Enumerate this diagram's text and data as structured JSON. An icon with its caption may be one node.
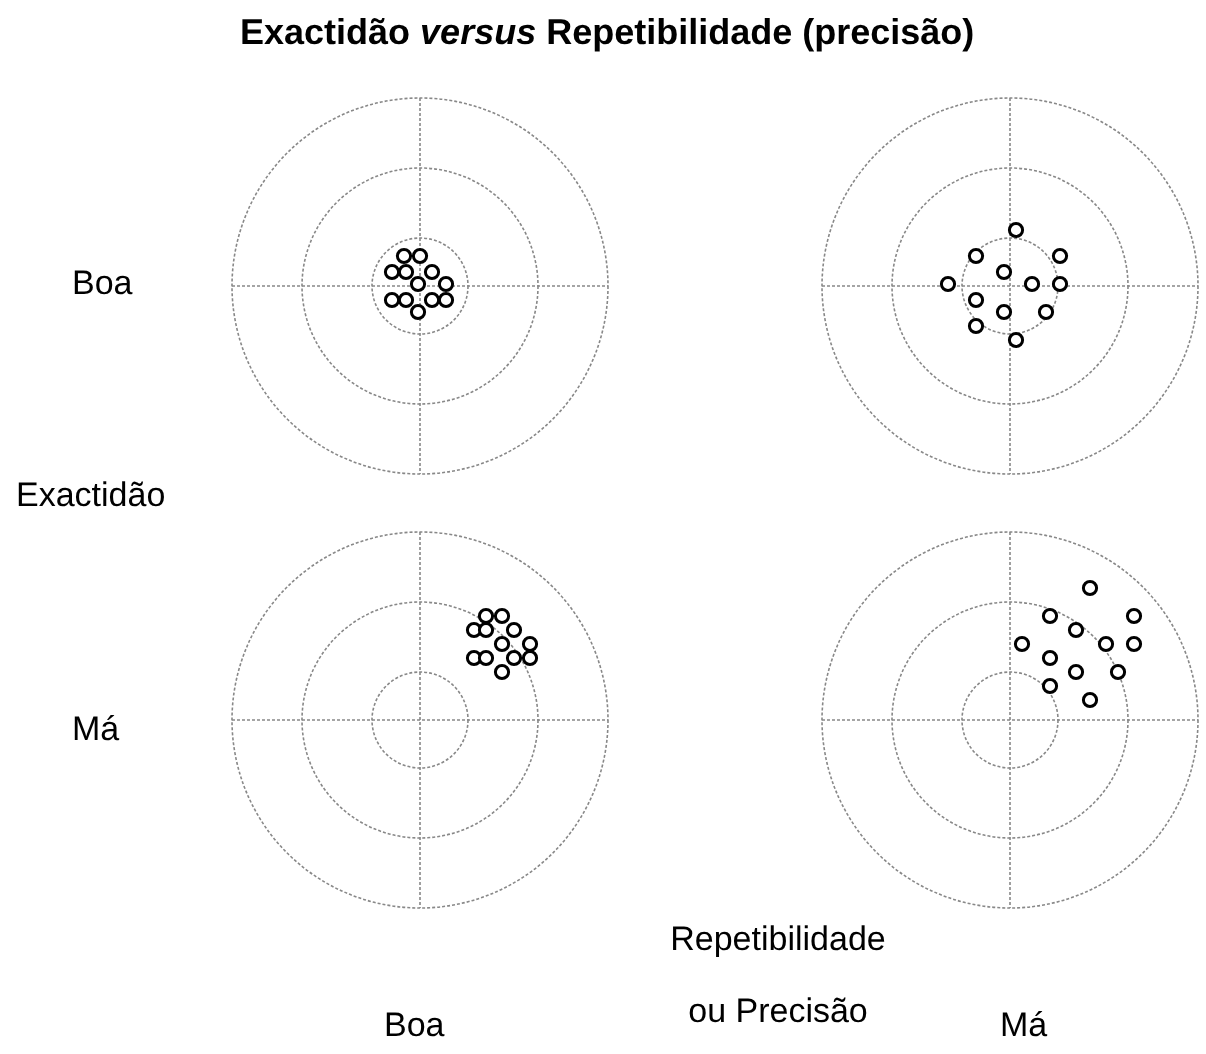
{
  "diagram": {
    "title": "Exactidão *versus* Repetibilidade (precisão)",
    "labels": [
      "Boa",
      "Exactidão",
      "Má",
      "Boa",
      "Repetibilidade ou Precisão",
      "Má"
    ]
  }
}
